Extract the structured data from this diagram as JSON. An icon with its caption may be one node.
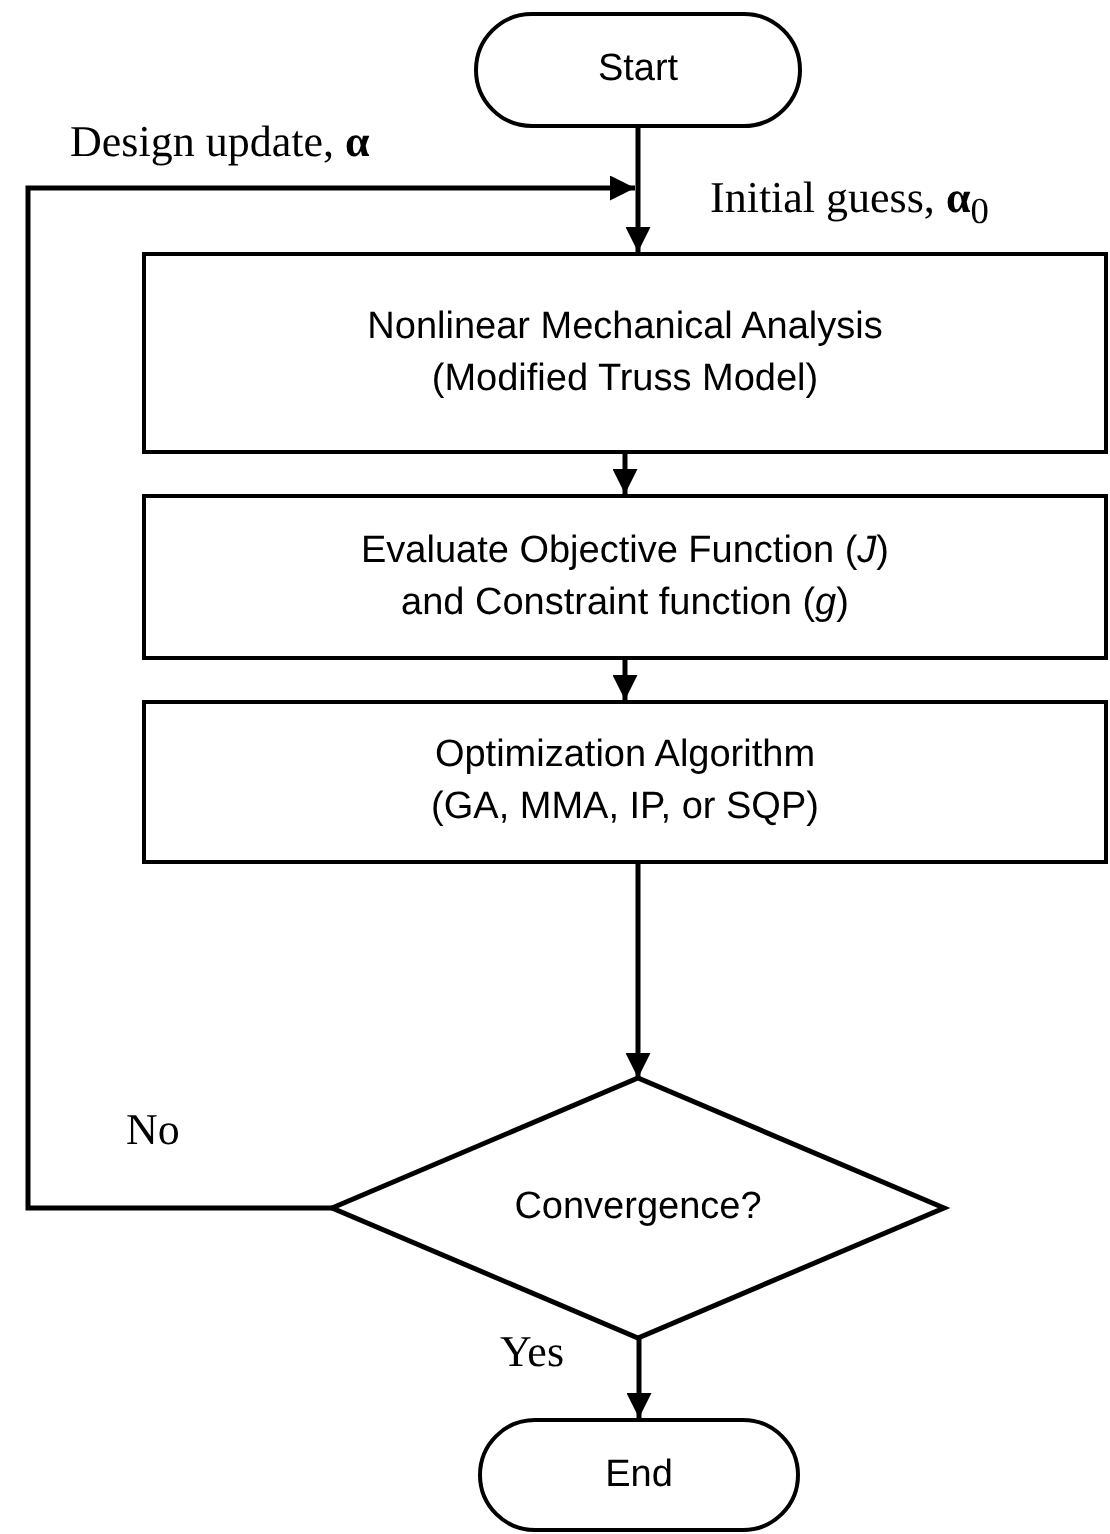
{
  "diagram": {
    "nodes": [
      {
        "text": [
          "Start"
        ]
      },
      {
        "text": [
          "Nonlinear Mechanical Analysis",
          "(Modified Truss Model)"
        ]
      },
      {
        "text": [
          "Evaluate Objective Function (*J*) and  Constraint function (*g*)"
        ]
      },
      {
        "text": [
          "Optimization Algorithm",
          "(GA, MMA, IP, or SQP)"
        ]
      },
      {
        "text": [
          "Convergence?"
        ]
      },
      {
        "text": [
          "End"
        ]
      }
    ],
    "edges": [
      {
        "from": 0,
        "to": 1,
        "arrow": "to",
        "label": "Initial guess, **α**$_{0}$"
      },
      {
        "from": 1,
        "to": 2,
        "arrow": "to"
      },
      {
        "from": 2,
        "to": 3,
        "arrow": "to"
      },
      {
        "from": 3,
        "to": 4,
        "arrow": "to"
      },
      {
        "from": 4,
        "to": 1,
        "arrow": "to",
        "label": "Design update, **α**"
      },
      {
        "from": 4,
        "to": 5,
        "arrow": "to",
        "label": "Yes"
      }
    ],
    "labels": [
      "No"
    ]
  }
}
